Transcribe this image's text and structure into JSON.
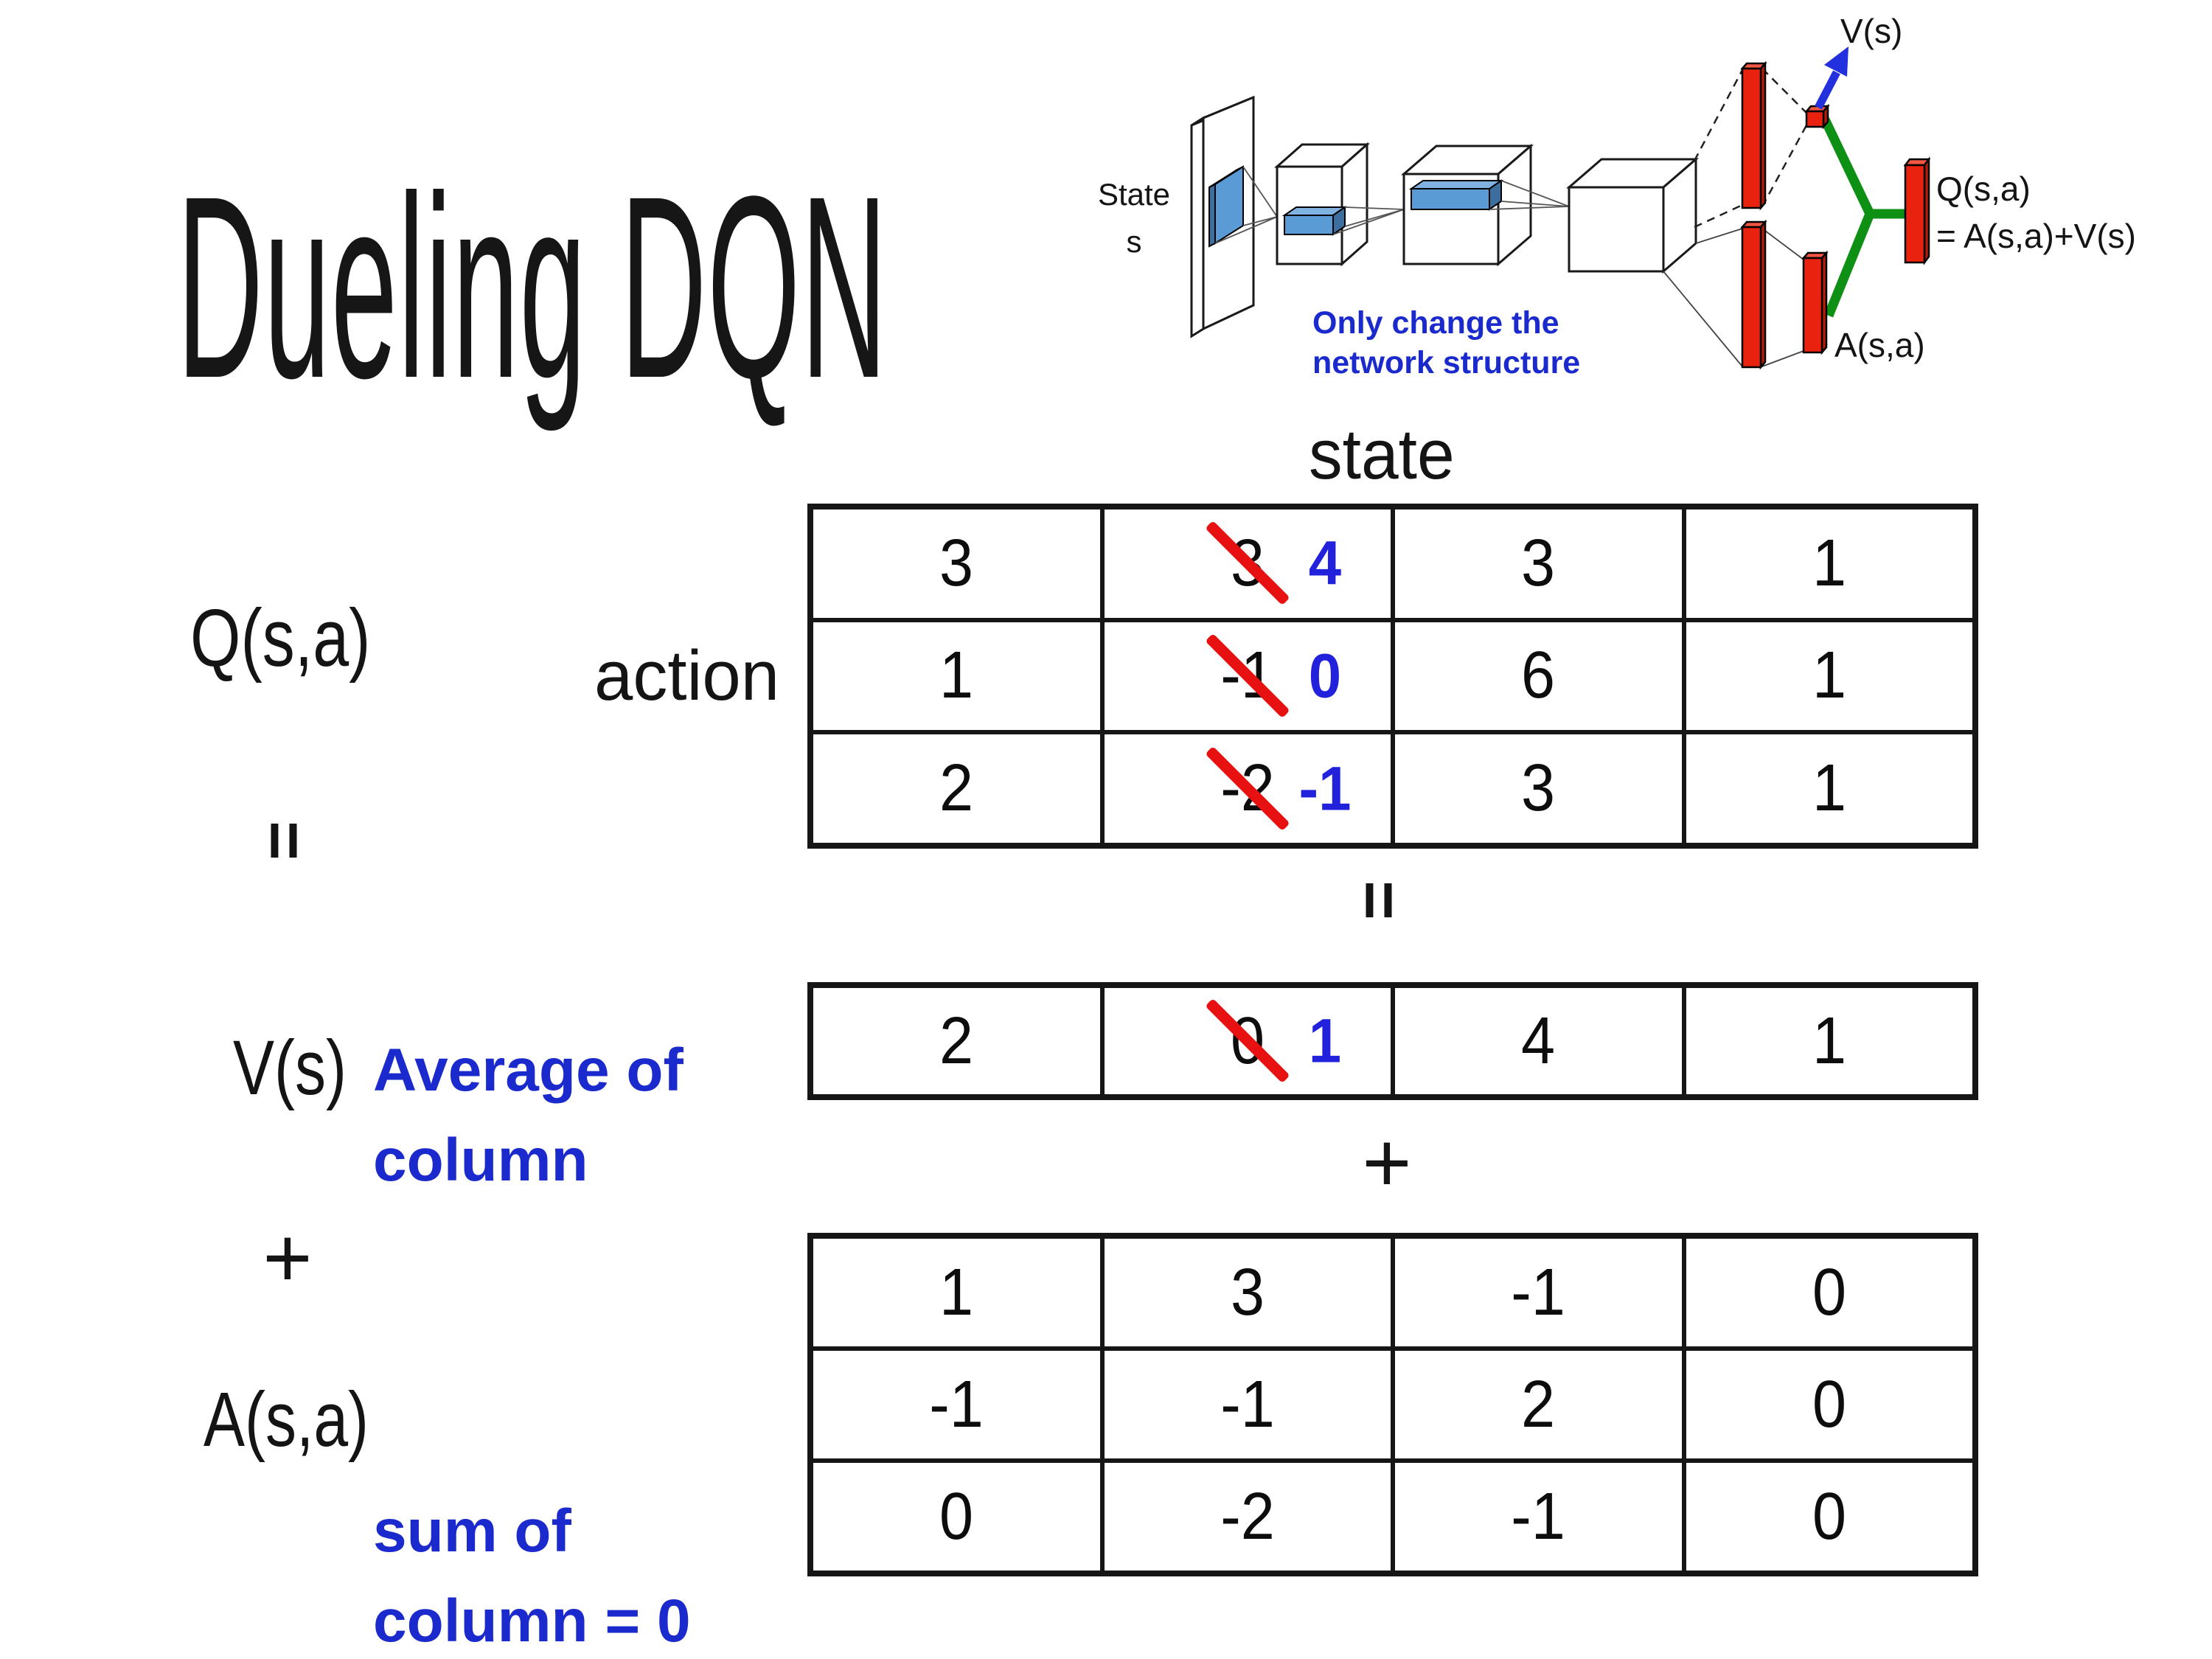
{
  "slide": {
    "title": "Dueling DQN",
    "background": "#ffffff"
  },
  "diagram": {
    "input_label_line1": "State",
    "input_label_line2": "s",
    "v_output_label": "V(s)",
    "a_output_label": "A(s,a)",
    "q_output_label_line1": "Q(s,a)",
    "q_output_label_line2": "= A(s,a)+V(s)",
    "note_line1": "Only change the",
    "note_line2": "network structure",
    "colors": {
      "fc_bar_red": "#e8220f",
      "merge_green": "#0e9015",
      "value_arrow_blue": "#2230dd",
      "note_blue": "#1b2acc",
      "conv_feature_blue": "#5b9bd5"
    }
  },
  "matrix_section": {
    "q_label": "Q(s,a)",
    "equals_left": "=",
    "v_label": "V(s)",
    "plus_left": "+",
    "a_label": "A(s,a)",
    "state_axis_label": "state",
    "action_axis_label": "action",
    "equals_between": "=",
    "plus_between": "+",
    "avg_note_line1": "Average of",
    "avg_note_line2": "column",
    "sum_note_line1": "sum of",
    "sum_note_line2": "column = 0",
    "strike_color": "#e81111",
    "corrected_color": "#2222dd",
    "q_table": {
      "rows": [
        {
          "cells": [
            {
              "value": "3"
            },
            {
              "value": "3",
              "corrected": "4"
            },
            {
              "value": "3"
            },
            {
              "value": "1"
            }
          ]
        },
        {
          "cells": [
            {
              "value": "1"
            },
            {
              "value": "-1",
              "corrected": "0"
            },
            {
              "value": "6"
            },
            {
              "value": "1"
            }
          ]
        },
        {
          "cells": [
            {
              "value": "2"
            },
            {
              "value": "-2",
              "corrected": "-1"
            },
            {
              "value": "3"
            },
            {
              "value": "1"
            }
          ]
        }
      ]
    },
    "v_table": {
      "rows": [
        {
          "cells": [
            {
              "value": "2"
            },
            {
              "value": "0",
              "corrected": "1"
            },
            {
              "value": "4"
            },
            {
              "value": "1"
            }
          ]
        }
      ]
    },
    "a_table": {
      "rows": [
        {
          "cells": [
            {
              "value": "1"
            },
            {
              "value": "3"
            },
            {
              "value": "-1"
            },
            {
              "value": "0"
            }
          ]
        },
        {
          "cells": [
            {
              "value": "-1"
            },
            {
              "value": "-1"
            },
            {
              "value": "2"
            },
            {
              "value": "0"
            }
          ]
        },
        {
          "cells": [
            {
              "value": "0"
            },
            {
              "value": "-2"
            },
            {
              "value": "-1"
            },
            {
              "value": "0"
            }
          ]
        }
      ]
    }
  }
}
